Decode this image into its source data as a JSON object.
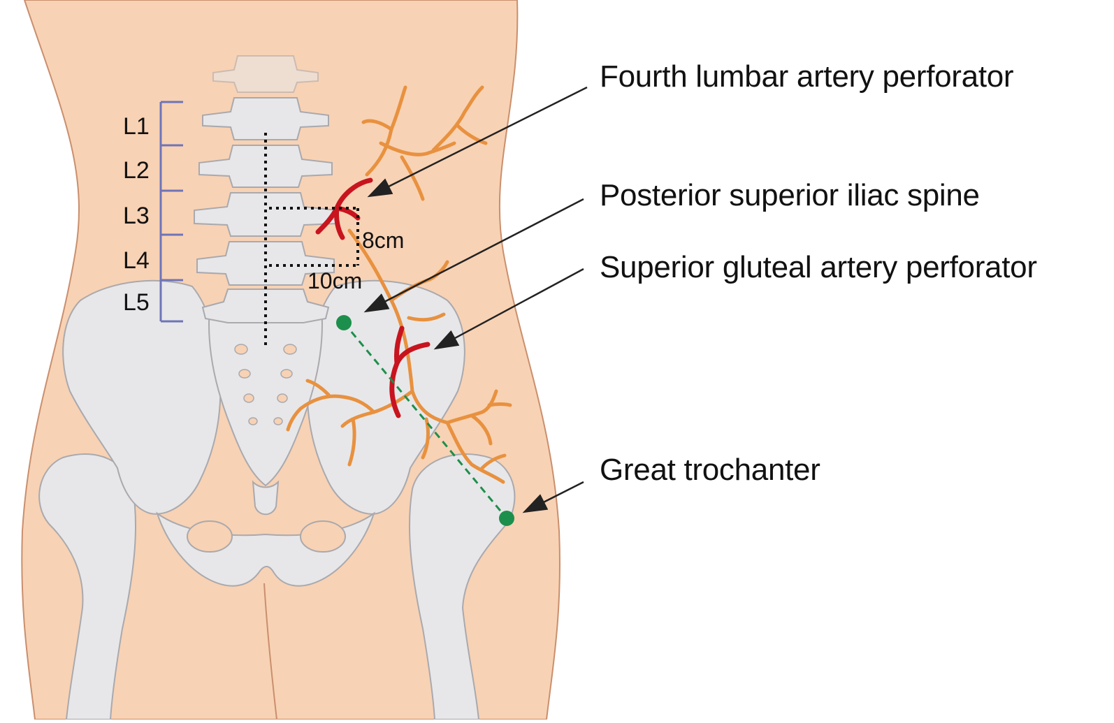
{
  "callouts": {
    "fourth_lumbar": "Fourth lumbar artery perforator",
    "psis": "Posterior superior iliac spine",
    "superior_gluteal": "Superior gluteal artery perforator",
    "great_trochanter": "Great trochanter"
  },
  "vertebra_labels": [
    "L1",
    "L2",
    "L3",
    "L4",
    "L5"
  ],
  "measurements": {
    "vertical": "8cm",
    "horizontal": "10cm"
  },
  "colors": {
    "skin": "#f8d2b4",
    "skin_outline": "#c98f6e",
    "bone": "#e7e7e9",
    "bone_outline": "#a9a9ae",
    "perforator": "#c8141e",
    "branch_vessel": "#e8913f",
    "bracket": "#6f74b8",
    "marker": "#1d8f4c"
  }
}
